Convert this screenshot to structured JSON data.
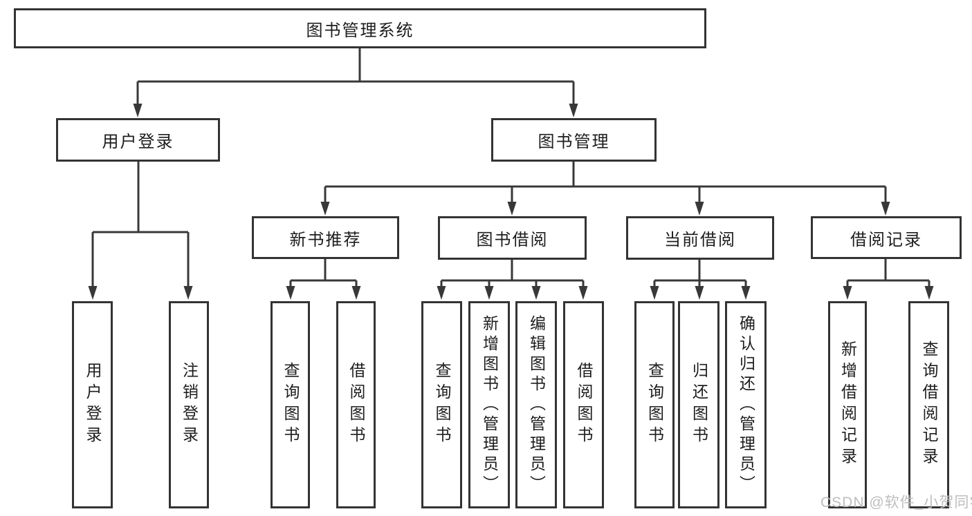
{
  "root": {
    "label": "图书管理系统"
  },
  "level2": [
    {
      "id": "user-login",
      "label": "用户登录"
    },
    {
      "id": "book-management",
      "label": "图书管理"
    }
  ],
  "level3": [
    {
      "id": "new-book-recommendation",
      "label": "新书推荐"
    },
    {
      "id": "book-borrowing",
      "label": "图书借阅"
    },
    {
      "id": "current-borrowing",
      "label": "当前借阅"
    },
    {
      "id": "borrowing-records",
      "label": "借阅记录"
    }
  ],
  "level4": {
    "user_login": [
      "用户登录",
      "注销登录"
    ],
    "new_book_recommendation": [
      "查询图书",
      "借阅图书"
    ],
    "book_borrowing": [
      "查询图书",
      "新增图书（管理员）",
      "编辑图书（管理员）",
      "借阅图书"
    ],
    "current_borrowing": [
      "查询图书",
      "归还图书",
      "确认归还（管理员）"
    ],
    "borrowing_records": [
      "新增借阅记录",
      "查询借阅记录"
    ]
  },
  "watermark": "CSDN @软件_小贺同学",
  "colors": {
    "line": "#383838",
    "box_border": "#333333",
    "text": "#1d1d1d",
    "background": "#ffffff",
    "watermark": "#b9b9b9"
  }
}
